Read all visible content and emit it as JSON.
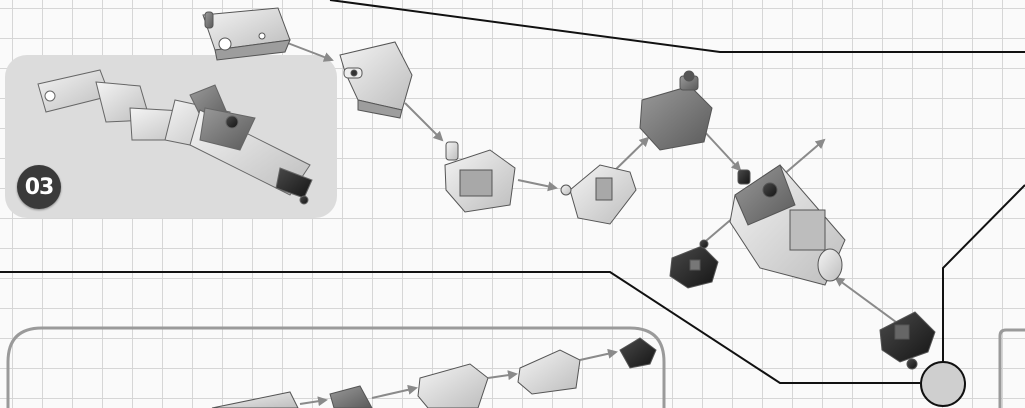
{
  "step": {
    "number": "03"
  },
  "colors": {
    "line": "#111111",
    "arrow": "#8a8a8a",
    "grid": "#d6d6d6",
    "panel_fill": "#dcdcdc",
    "panel_outline": "#9a9a9a",
    "part_light": "#dedede",
    "part_mid": "#7a7a7a",
    "part_dark": "#2a2a2a",
    "badge": "#3a3a3a"
  },
  "parts": [
    {
      "name": "connector-block",
      "shade": "light"
    },
    {
      "name": "angle-block",
      "shade": "light"
    },
    {
      "name": "u-bracket",
      "shade": "light"
    },
    {
      "name": "hinge-clip",
      "shade": "light"
    },
    {
      "name": "cube-block",
      "shade": "mid"
    },
    {
      "name": "arm-assembly",
      "shade": "light"
    },
    {
      "name": "left-connector",
      "shade": "dark"
    },
    {
      "name": "bottom-connector",
      "shade": "dark"
    }
  ]
}
